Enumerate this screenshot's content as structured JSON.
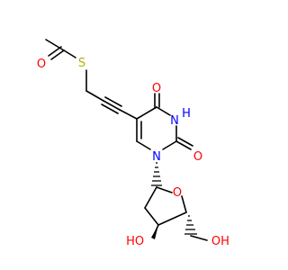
{
  "molecule": {
    "colors": {
      "bond": "#000000",
      "oxygen": "#ff0000",
      "nitrogen": "#0000ff",
      "sulfur": "#b2b200"
    },
    "atoms": {
      "carbonyl_o_acetyl": "O",
      "sulfur": "S",
      "carbonyl_o_top": "O",
      "nh": "H",
      "nh_n": "N",
      "carbonyl_o_right": "O",
      "ring_n": "N",
      "ring_o": "O",
      "ho_left_o": "O",
      "ho_left_h": "H",
      "oh_right_o": "O",
      "oh_right_h": "H"
    }
  }
}
